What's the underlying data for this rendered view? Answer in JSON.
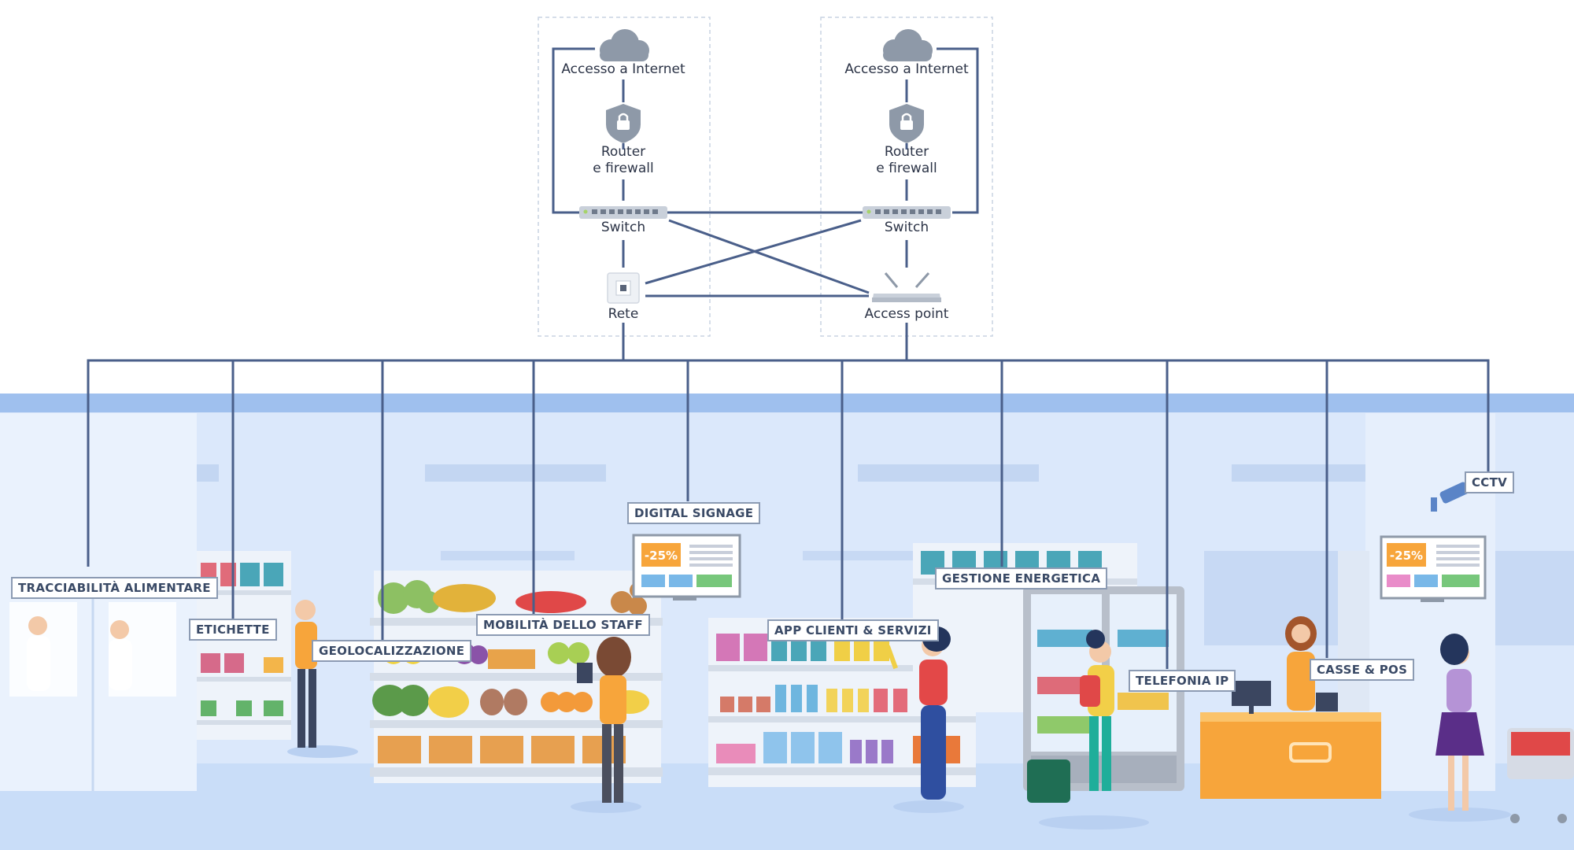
{
  "network": {
    "left_internet": "Accesso a Internet",
    "right_internet": "Accesso a Internet",
    "left_router_line1": "Router",
    "left_router_line2": "e firewall",
    "right_router_line1": "Router",
    "right_router_line2": "e firewall",
    "left_switch": "Switch",
    "right_switch": "Switch",
    "rete": "Rete",
    "access_point": "Access point"
  },
  "services": {
    "food_traceability": "TRACCIABILITÀ ALIMENTARE",
    "labels": "ETICHETTE",
    "geolocation": "GEOLOCALIZZAZIONE",
    "staff_mobility": "MOBILITÀ DELLO STAFF",
    "digital_signage": "DIGITAL SIGNAGE",
    "customer_apps": "APP CLIENTI & SERVIZI",
    "energy_management": "GESTIONE ENERGETICA",
    "ip_telephony": "TELEFONIA IP",
    "cash_pos": "CASSE & POS",
    "cctv": "CCTV"
  },
  "signage": {
    "left_discount": "-25%",
    "right_discount": "-25%"
  },
  "colors": {
    "line": "#4a5f8a",
    "store_band": "#9fc0ee",
    "store_wall": "#dbe8fb",
    "store_floor": "#c6dbf7",
    "accent_orange": "#f7a53b",
    "shield": "#8e99a8",
    "cloud": "#8e99a8"
  },
  "icons": [
    "cloud-icon",
    "shield-lock-icon",
    "switch-icon",
    "network-port-icon",
    "access-point-icon",
    "cctv-camera-icon"
  ]
}
